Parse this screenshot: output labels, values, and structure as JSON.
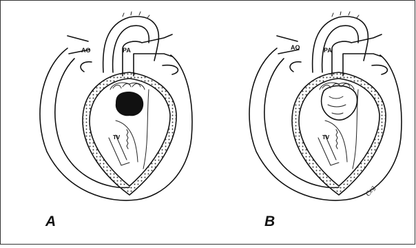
{
  "panels": [
    {
      "letter": "A",
      "labels": {
        "aorta": "AO",
        "pulmonary_artery": "PA",
        "tricuspid_valve": "TV"
      }
    },
    {
      "letter": "B",
      "labels": {
        "aorta": "AO",
        "pulmonary_artery": "PA",
        "tricuspid_valve": "TV"
      }
    }
  ],
  "signature": "Ceg"
}
